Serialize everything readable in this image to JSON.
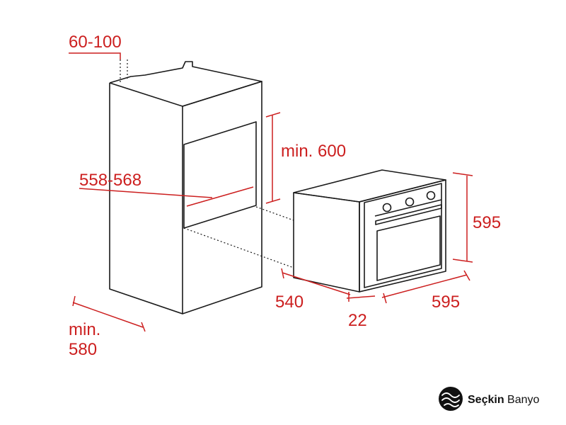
{
  "diagram": {
    "dimensions": {
      "niche_top_gap": "60-100",
      "niche_height": "min. 600",
      "niche_width": "558-568",
      "oven_height": "595",
      "oven_depth": "540",
      "front_depth": "22",
      "oven_width": "595",
      "cabinet_depth_line1": "min.",
      "cabinet_depth_line2": "580"
    }
  },
  "brand": {
    "name_bold": "Seçkin",
    "name_regular": " Banyo"
  },
  "colors": {
    "dimension": "#cc1f1f",
    "outline": "#1a1a1a",
    "background": "#ffffff"
  }
}
